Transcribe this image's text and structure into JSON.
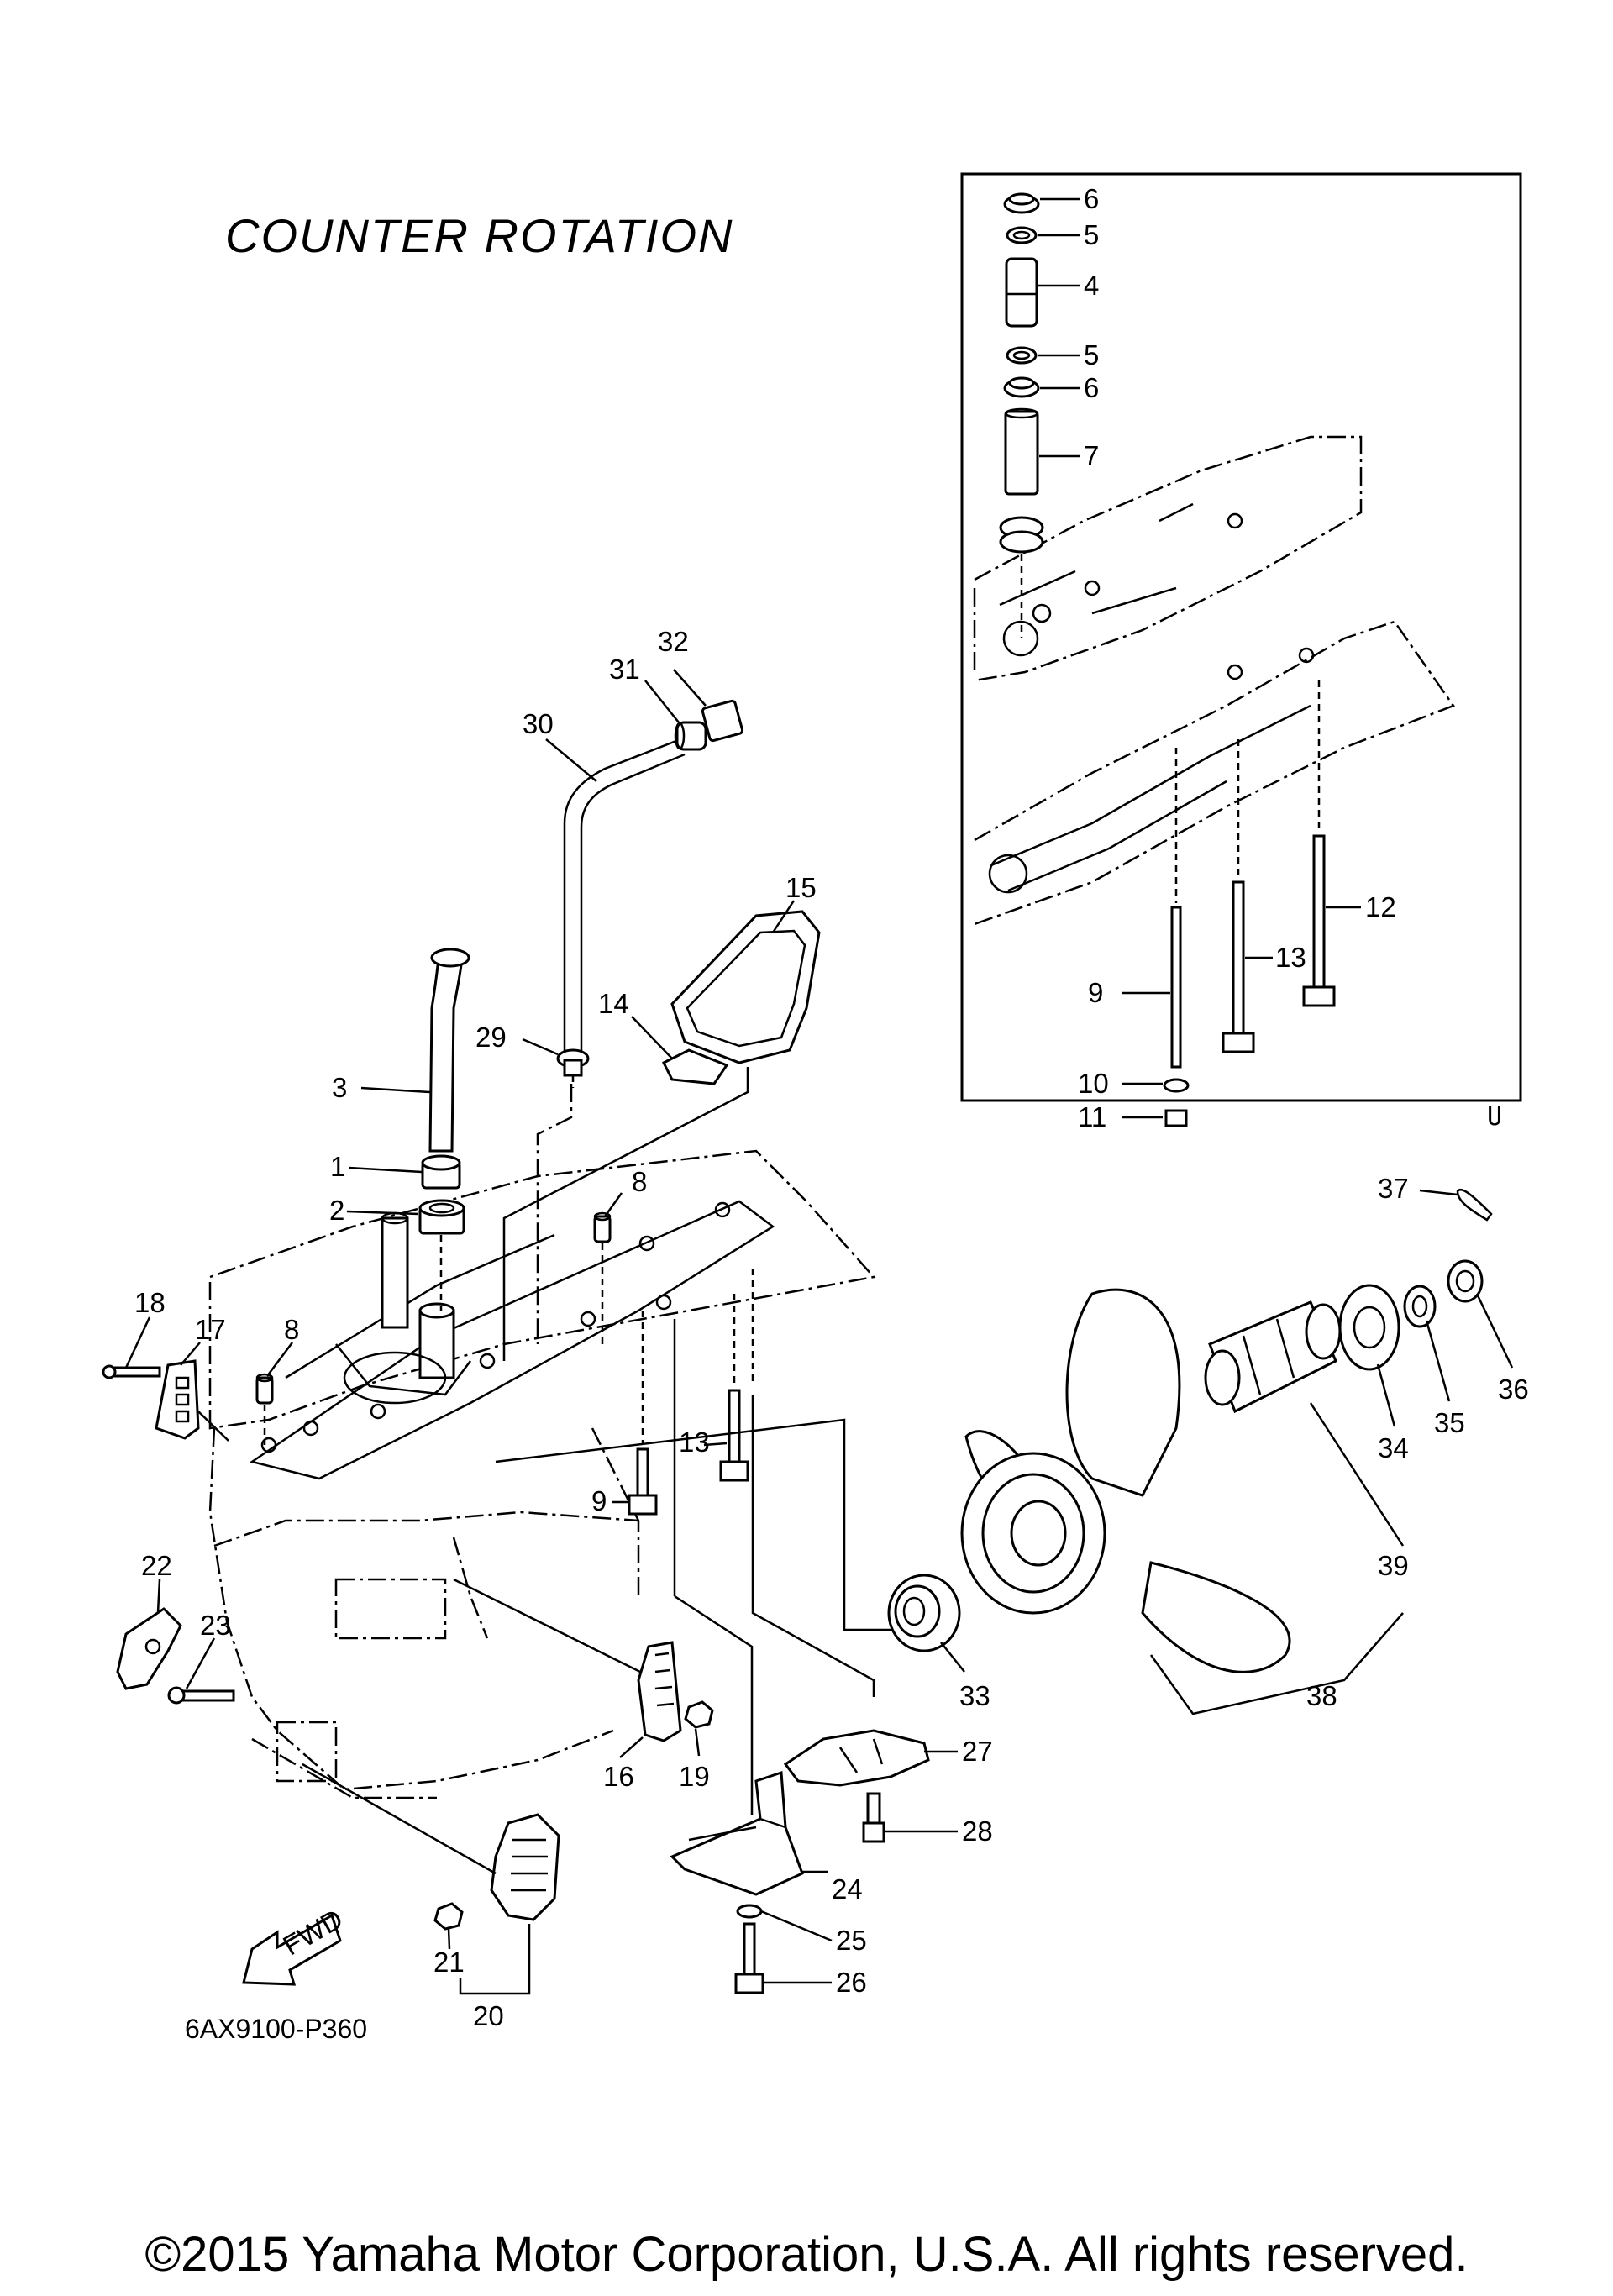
{
  "title": "COUNTER  ROTATION",
  "diagram_code": "6AX9100-P360",
  "copyright": "©2015 Yamaha Motor Corporation, U.S.A. All rights reserved.",
  "inset_marker": "U",
  "fwd_label": "FWD",
  "inset_callouts": [
    "6",
    "5",
    "4",
    "5",
    "6",
    "7",
    "12",
    "13",
    "9",
    "10",
    "11"
  ],
  "main_callouts": [
    "32",
    "31",
    "30",
    "15",
    "14",
    "29",
    "3",
    "1",
    "2",
    "8",
    "8",
    "18",
    "17",
    "37",
    "36",
    "35",
    "34",
    "13",
    "9",
    "39",
    "22",
    "23",
    "33",
    "38",
    "16",
    "19",
    "27",
    "28",
    "24",
    "25",
    "26",
    "21",
    "20"
  ]
}
